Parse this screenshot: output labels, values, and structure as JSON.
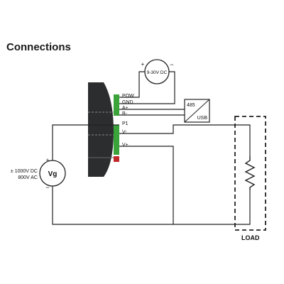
{
  "title": "Connections",
  "supply": {
    "label": "9-30V DC",
    "plus": "+",
    "minus": "−"
  },
  "terminals": [
    "POW",
    "GND",
    "A+",
    "B-",
    "P1",
    "V-",
    "V+"
  ],
  "converter": {
    "top": "485",
    "bottom": "USB"
  },
  "source": {
    "label": "Vg",
    "plus": "+",
    "minus": "−",
    "rating_dc": "± 1000V DC",
    "rating_ac": "800V AC"
  },
  "load": {
    "label": "LOAD"
  },
  "colors": {
    "wire": "#222222",
    "module": "#2b2d2e",
    "terminal": "#3aa33a",
    "indicator": "#c0282a"
  }
}
